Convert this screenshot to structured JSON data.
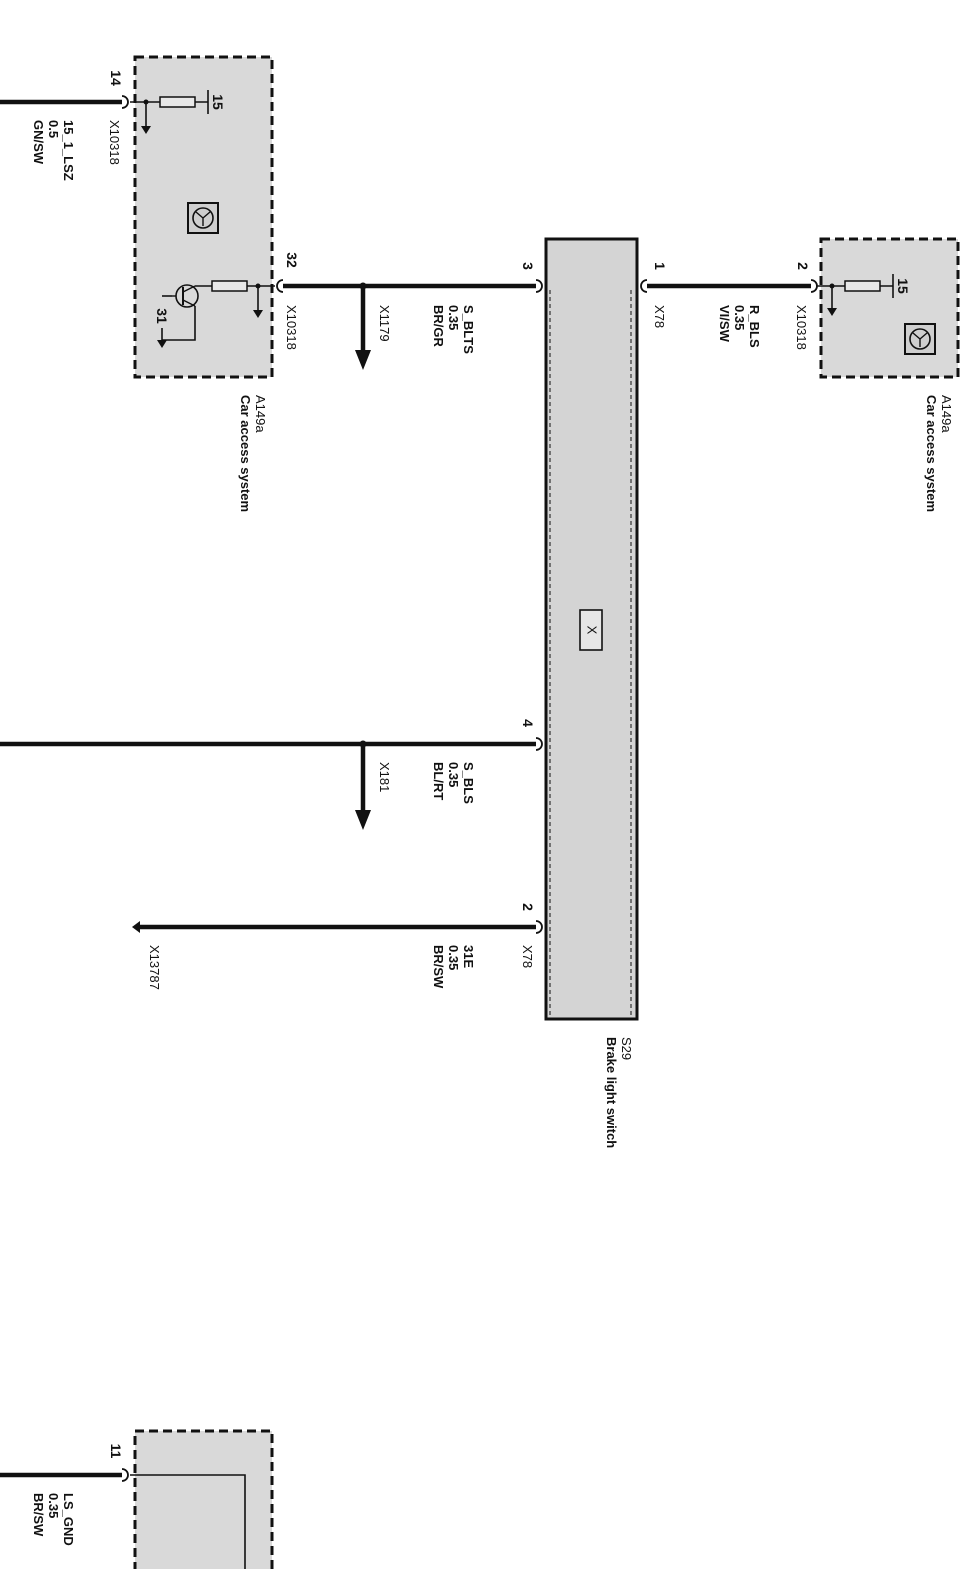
{
  "components": {
    "car_access_left": {
      "id": "A149a",
      "name": "Car access system"
    },
    "car_access_right": {
      "id": "A149a",
      "name": "Car access system"
    },
    "brake_switch": {
      "id": "S29",
      "name": "Brake light switch",
      "symbol": "X"
    }
  },
  "pins": {
    "cas_left_top": "14",
    "cas_left_mid": "32",
    "cas_left_bottom": "11",
    "cas_right": "2",
    "switch_3": "3",
    "switch_1": "1",
    "switch_4": "4",
    "switch_2": "2"
  },
  "internal_labels": {
    "left_top_15": "15",
    "left_31": "31",
    "right_15": "15"
  },
  "connectors": {
    "cas_left_top": "X10318",
    "cas_left_mid": "X10318",
    "cas_right": "X10318",
    "switch_1": "X78",
    "switch_2": "X78",
    "splice_bltс": "X1179",
    "splice_bls": "X181",
    "ground": "X13787"
  },
  "wires": {
    "w_15_1": {
      "signal": "15_1_LSZ",
      "size": "0.5",
      "color": "GN/SW"
    },
    "w_s_blts": {
      "signal": "S_BLTS",
      "size": "0.35",
      "color": "BR/GR"
    },
    "w_r_bls": {
      "signal": "R_BLS",
      "size": "0.35",
      "color": "VI/SW"
    },
    "w_s_bls": {
      "signal": "S_BLS",
      "size": "0.35",
      "color": "BL/RT"
    },
    "w_31e": {
      "signal": "31E",
      "size": "0.35",
      "color": "BR/SW"
    },
    "w_ls_gnd": {
      "signal": "LS_GND",
      "size": "0.35",
      "color": "BR/SW"
    }
  }
}
